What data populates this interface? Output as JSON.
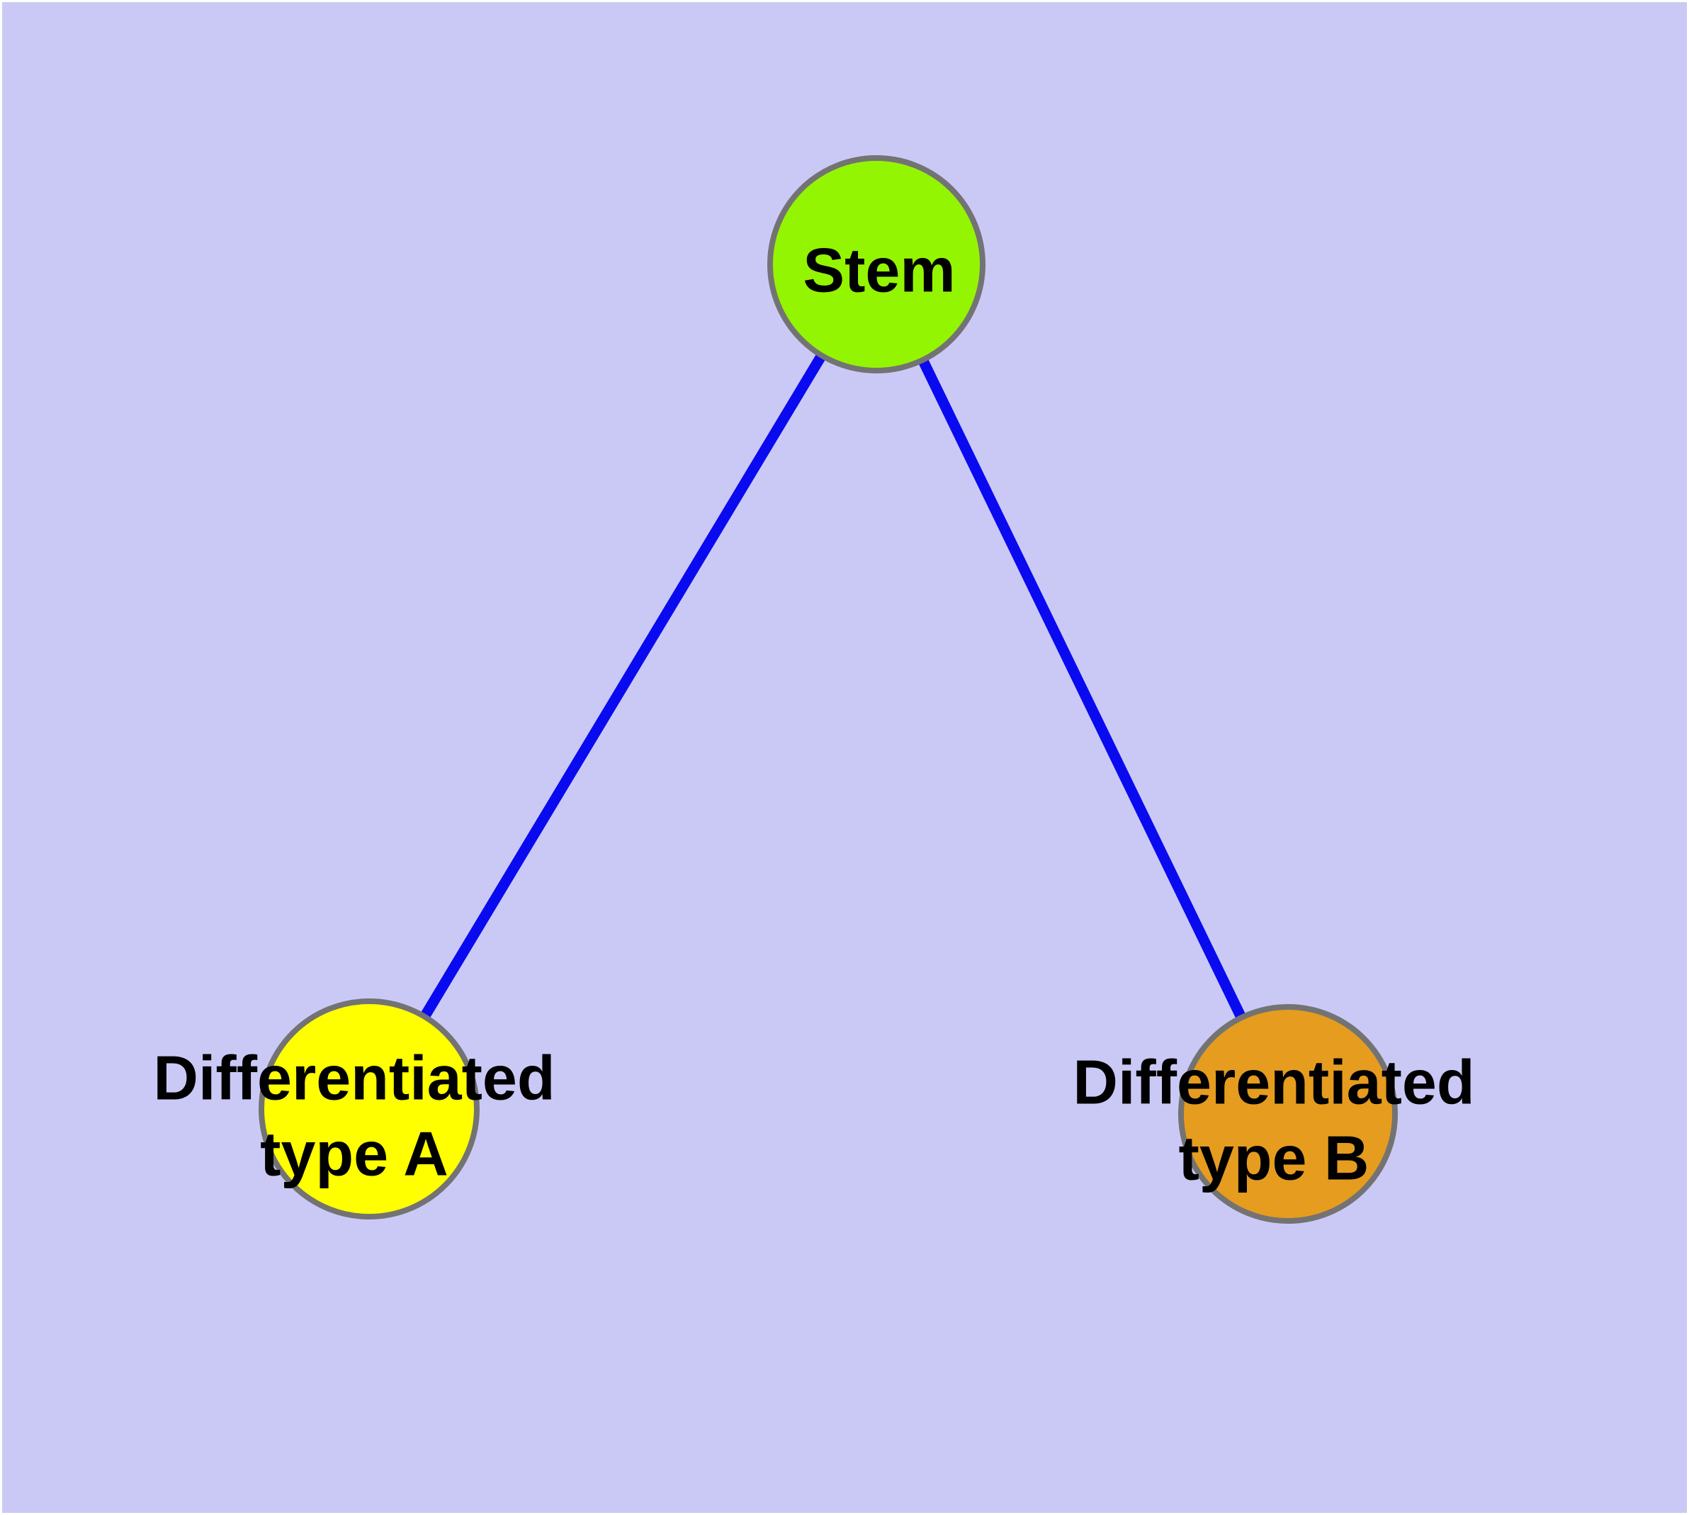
{
  "diagram": {
    "background_color": "#cac9f6",
    "edge_color": "#0a0af0",
    "node_border_color": "#737373",
    "label_color": "#000000",
    "nodes": [
      {
        "id": "stem",
        "label": "Stem",
        "color": "#94f502"
      },
      {
        "id": "type-a",
        "label": "Differentiated\ntype A",
        "color": "#ffff00"
      },
      {
        "id": "type-b",
        "label": "Differentiated\ntype B",
        "color": "#e69c1f"
      }
    ],
    "edges": [
      {
        "from": "stem",
        "to": "type-a"
      },
      {
        "from": "stem",
        "to": "type-b"
      }
    ]
  }
}
